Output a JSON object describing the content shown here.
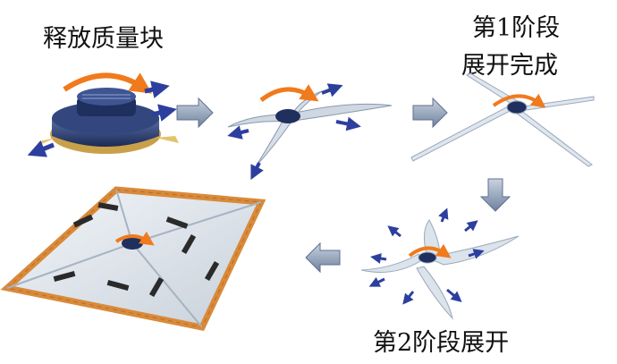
{
  "labels": {
    "release_mass": "释放质量块",
    "stage1_line1": "第1阶段",
    "stage1_line2": "展开完成",
    "stage2": "第2阶段展开"
  },
  "colors": {
    "rotation_arrow": "#f07a1c",
    "motion_arrow": "#2d3f9e",
    "flow_arrow": "#7d8fa8",
    "sail_film": "#dfe5ec",
    "sail_edge": "#d98a3a",
    "hub": "#1f2f5e"
  },
  "icons": {
    "rotation": "rotation-arrow-icon",
    "flow": "flow-arrow-icon",
    "motion": "motion-arrow-icon"
  }
}
